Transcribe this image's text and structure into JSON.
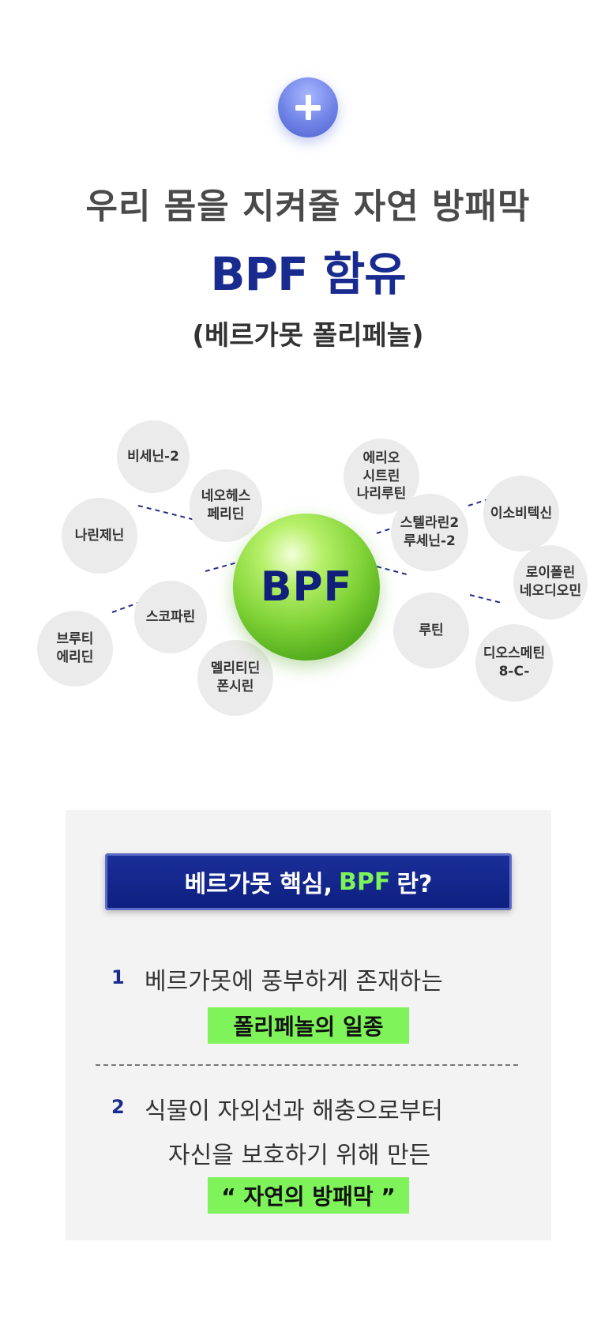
{
  "header": {
    "headline": "우리 몸을 지켜줄 자연 방패막",
    "subhead": "BPF 함유",
    "paren": "(베르가못 폴리페놀)"
  },
  "diagram": {
    "center": "BPF",
    "bubbles": [
      {
        "id": "b1",
        "label": "비세닌-2"
      },
      {
        "id": "b2",
        "label": "네오헤스\n페리딘"
      },
      {
        "id": "b3",
        "label": "나린제닌"
      },
      {
        "id": "b4",
        "label": "스코파린"
      },
      {
        "id": "b5",
        "label": "브루티\n에리딘"
      },
      {
        "id": "b6",
        "label": "멜리티딘\n폰시린"
      },
      {
        "id": "b7",
        "label": "에리오\n시트린\n나리루틴"
      },
      {
        "id": "b8",
        "label": "스텔라린2\n루세닌-2"
      },
      {
        "id": "b9",
        "label": "이소비텍신"
      },
      {
        "id": "b10",
        "label": "로이폴린\n네오디오민"
      },
      {
        "id": "b11",
        "label": "루틴"
      },
      {
        "id": "b12",
        "label": "디오스메틴\n8-C-"
      }
    ]
  },
  "panel": {
    "title_before": "베르가못 핵심,",
    "title_highlight": "BPF",
    "title_after": "란?",
    "items": [
      {
        "num": "1",
        "line1": "베르가못에 풍부하게 존재하는",
        "highlight": "폴리페놀의 일종"
      },
      {
        "num": "2",
        "line1": "식물이 자외선과 해충으로부터",
        "line2": "자신을 보호하기 위해 만든",
        "highlight": "“ 자연의 방패막 ”"
      }
    ]
  },
  "colors": {
    "navy": "#1a2b8f",
    "green": "#7ef35a",
    "bubble": "#ebebeb",
    "panel": "#f3f3f3"
  }
}
